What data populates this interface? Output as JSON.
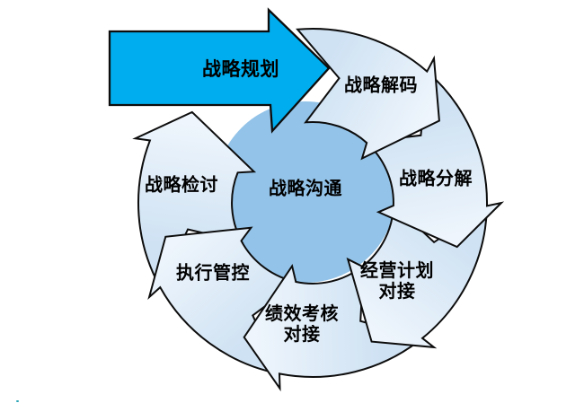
{
  "diagram": {
    "entry_arrow": {
      "label": "战略规划"
    },
    "center_circle": {
      "label": "战略沟通"
    },
    "cycle_arrows": [
      {
        "id": "strategy-decoding",
        "label": "战略解码"
      },
      {
        "id": "strategy-breakdown",
        "label": "战略分解"
      },
      {
        "id": "business-plan-alignment",
        "label": "经营计划\n对接"
      },
      {
        "id": "performance-appraisal-alignment",
        "label": "绩效考核\n对接"
      },
      {
        "id": "execution-control",
        "label": "执行管控"
      },
      {
        "id": "strategy-review",
        "label": "战略检讨"
      }
    ],
    "colors": {
      "entry_arrow_fill": "#00ADEE",
      "center_circle_fill": "#93C3E8",
      "cycle_arrow_fill_dark": "#CFE2F3",
      "cycle_arrow_fill_light": "#EEF5FC",
      "outline": "#0D0D0D",
      "label_color": "#000000",
      "stray_mark_color": "#2FA7B8"
    }
  }
}
